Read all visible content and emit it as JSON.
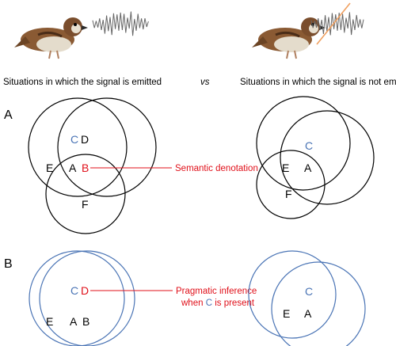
{
  "header": {
    "left_caption": "Situations in which the signal is emitted",
    "vs": "vs",
    "right_caption": "Situations in which the signal is not emitted"
  },
  "panel_a": {
    "label": "A",
    "left": {
      "C": "C",
      "D": "D",
      "E": "E",
      "A": "A",
      "B": "B",
      "F": "F"
    },
    "annotation": "Semantic denotation",
    "right": {
      "C": "C",
      "E": "E",
      "A": "A",
      "F": "F"
    }
  },
  "panel_b": {
    "label": "B",
    "left": {
      "C": "C",
      "D": "D",
      "E": "E",
      "A": "A",
      "B": "B"
    },
    "annotation_line1": "Pragmatic inference",
    "annotation_line2_pre": "when ",
    "annotation_line2_C": "C",
    "annotation_line2_post": " is present",
    "right": {
      "C": "C",
      "E": "E",
      "A": "A"
    }
  },
  "colors": {
    "black_circle": "#000000",
    "blue": "#4a74b5",
    "red": "#e0101a",
    "bird_brown": "#8a5a33",
    "signal_line": "#666666",
    "strike_line": "#f0a060"
  },
  "icons": [
    "sparrow-icon",
    "signal-waveform-icon",
    "crossed-signal-icon"
  ]
}
